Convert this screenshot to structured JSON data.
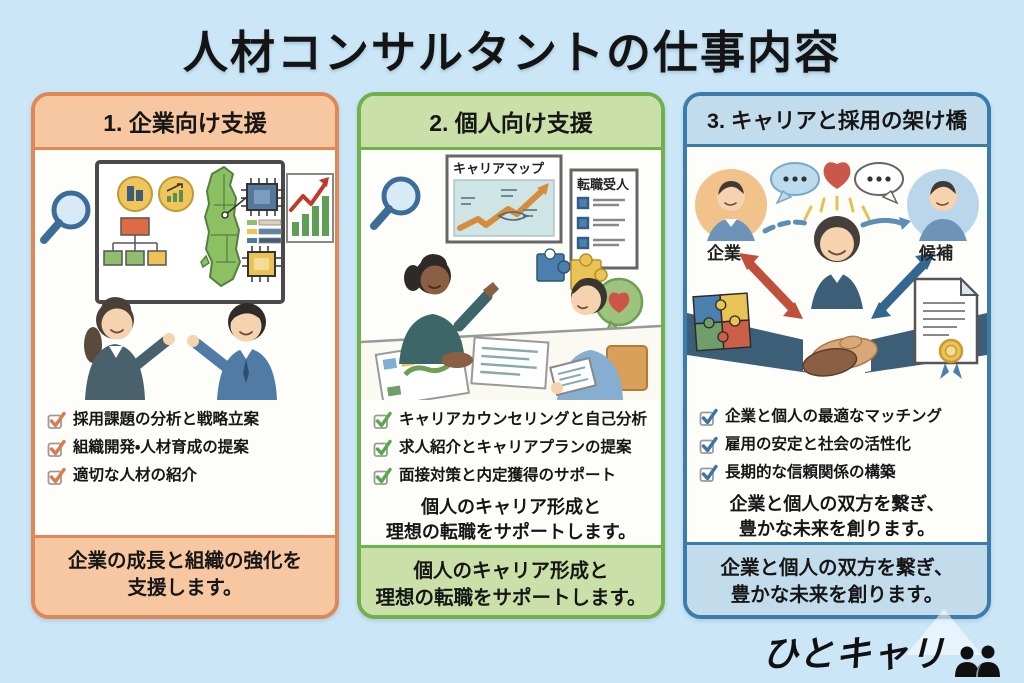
{
  "page": {
    "title": "人材コンサルタントの仕事内容",
    "background_color": "#cbe7f7"
  },
  "columns": [
    {
      "header": "1. 企業向け支援",
      "accent_color": "#df8756",
      "fill_color": "#f6c7a0",
      "check_color": "#dd7a4d",
      "checklist": [
        "採用課題の分析と戦略立案",
        "組織開発・人材育成の提案",
        "適切な人材の紹介"
      ],
      "footer_line1": "企業の成長と組織の強化を",
      "footer_line2": "支援します。"
    },
    {
      "header": "2. 個人向け支援",
      "accent_color": "#6fb24b",
      "fill_color": "#cbe0a8",
      "check_color": "#58a74d",
      "checklist": [
        "キャリアカウンセリングと自己分析",
        "求人紹介とキャリアプランの提案",
        "面接対策と内定獲得のサポート"
      ],
      "note_line1": "個人のキャリア形成と",
      "note_line2": "理想の転職をサポートします。",
      "footer_line1": "個人のキャリア形成と",
      "footer_line2": "理想の転職をサポートします。",
      "labels": {
        "poster": "キャリアマップ",
        "document": "転職受人"
      }
    },
    {
      "header": "3. キャリアと採用の架け橋",
      "accent_color": "#3c7cab",
      "fill_color": "#c3dcec",
      "check_color": "#3a76a6",
      "checklist": [
        "企業と個人の最適なマッチング",
        "雇用の安定と社会の活性化",
        "長期的な信頼関係の構築"
      ],
      "note_line1": "企業と個人の双方を繋ぎ、",
      "note_line2": "豊かな未来を創ります。",
      "footer_line1": "企業と個人の双方を繋ぎ、",
      "footer_line2": "豊かな未来を創ります。",
      "labels": {
        "left_avatar": "企業",
        "right_avatar": "候補"
      }
    }
  ],
  "logo": {
    "text": "ひとキャリ",
    "icon": "two-people-icon"
  }
}
